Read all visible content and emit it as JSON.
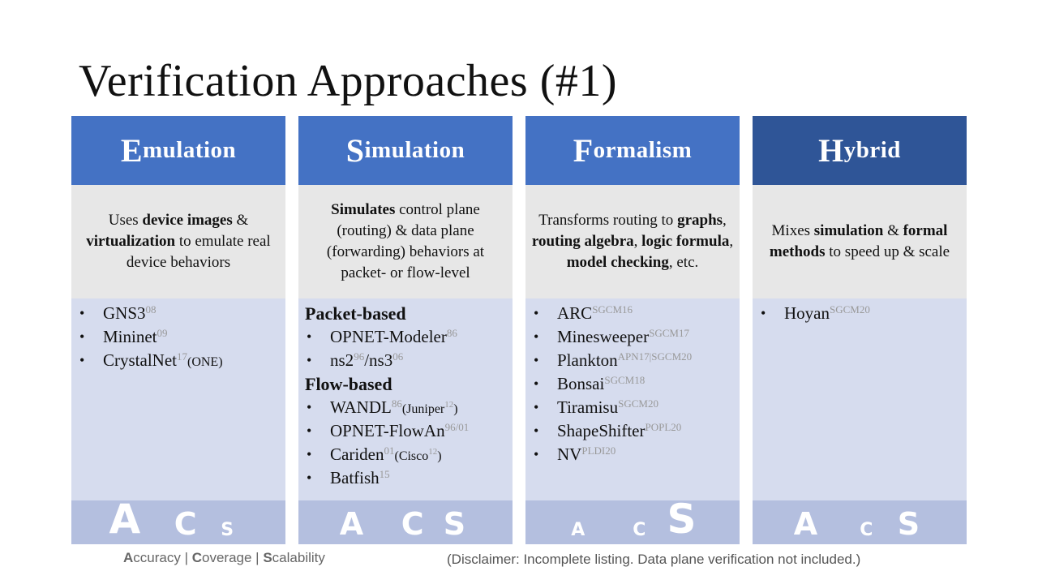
{
  "title": "Verification Approaches (#1)",
  "accent_color": "#4472c4",
  "columns": [
    {
      "head_cap": "E",
      "head_rest": "mulation",
      "desc": [
        {
          "t": "Uses "
        },
        {
          "t": "device images",
          "b": true
        },
        {
          "t": " & "
        },
        {
          "t": "virtualization",
          "b": true
        },
        {
          "t": " to emulate real device behaviors"
        }
      ],
      "list": [
        {
          "name": "GNS3",
          "sup": "08"
        },
        {
          "name": "Mininet",
          "sup": "09"
        },
        {
          "name": "CrystalNet",
          "sup": "17",
          "paren": "(ONE)"
        }
      ],
      "rating": [
        {
          "letter": "A",
          "size": "large"
        },
        {
          "letter": "C",
          "size": "medium"
        },
        {
          "letter": "S",
          "size": "small"
        }
      ]
    },
    {
      "head_cap": "S",
      "head_rest": "imulation",
      "desc": [
        {
          "t": "Simulates",
          "b": true
        },
        {
          "t": " control plane (routing) & data plane (forwarding) behaviors at packet- or flow-level"
        }
      ],
      "list": [
        {
          "section": "Packet-based"
        },
        {
          "name": "OPNET-Modeler",
          "sup": "86"
        },
        {
          "name": "ns2",
          "sup": "96",
          "name2": "/ns3",
          "sup2": "06"
        },
        {
          "section": "Flow-based"
        },
        {
          "name": "WANDL",
          "sup": "86",
          "paren": "(Juniper",
          "paren_sup": "12",
          "paren_end": ")"
        },
        {
          "name": "OPNET-FlowAn",
          "sup": "96/01"
        },
        {
          "name": "Cariden",
          "sup": "01",
          "paren": "(Cisco",
          "paren_sup": "12",
          "paren_end": ")"
        },
        {
          "name": "Batfish",
          "sup": "15"
        }
      ],
      "rating": [
        {
          "letter": "A",
          "size": "medium"
        },
        {
          "letter": "C",
          "size": "medium"
        },
        {
          "letter": "S",
          "size": "medium"
        }
      ]
    },
    {
      "head_cap": "F",
      "head_rest": "ormalism",
      "desc": [
        {
          "t": "Transforms routing to "
        },
        {
          "t": "graphs",
          "b": true
        },
        {
          "t": ", "
        },
        {
          "t": "routing algebra",
          "b": true
        },
        {
          "t": ", "
        },
        {
          "t": "logic formula",
          "b": true
        },
        {
          "t": ", "
        },
        {
          "t": "model checking",
          "b": true
        },
        {
          "t": ", etc."
        }
      ],
      "list": [
        {
          "name": "ARC",
          "sup": "SGCM16"
        },
        {
          "name": "Minesweeper",
          "sup": "SGCM17"
        },
        {
          "name": "Plankton",
          "sup": "APN17|SGCM20"
        },
        {
          "name": "Bonsai",
          "sup": "SGCM18"
        },
        {
          "name": "Tiramisu",
          "sup": "SGCM20"
        },
        {
          "name": "ShapeShifter",
          "sup": "POPL20"
        },
        {
          "name": "NV",
          "sup": "PLDI20"
        }
      ],
      "rating": [
        {
          "letter": "A",
          "size": "small"
        },
        {
          "letter": "C",
          "size": "small"
        },
        {
          "letter": "S",
          "size": "large"
        }
      ]
    },
    {
      "head_cap": "H",
      "head_rest": "ybrid",
      "desc": [
        {
          "t": "Mixes "
        },
        {
          "t": "simulation",
          "b": true
        },
        {
          "t": " & "
        },
        {
          "t": "formal methods",
          "b": true
        },
        {
          "t": " to speed up & scale"
        }
      ],
      "list": [
        {
          "name": "Hoyan",
          "sup": "SGCM20"
        }
      ],
      "rating": [
        {
          "letter": "A",
          "size": "medium"
        },
        {
          "letter": "C",
          "size": "small"
        },
        {
          "letter": "S",
          "size": "medium"
        }
      ]
    }
  ],
  "legend": [
    {
      "cap": "A",
      "rest": "ccuracy"
    },
    {
      "sep": " | "
    },
    {
      "cap": "C",
      "rest": "overage"
    },
    {
      "sep": " | "
    },
    {
      "cap": "S",
      "rest": "calability"
    }
  ],
  "disclaimer": "(Disclaimer: Incomplete listing. Data plane verification not included.)"
}
